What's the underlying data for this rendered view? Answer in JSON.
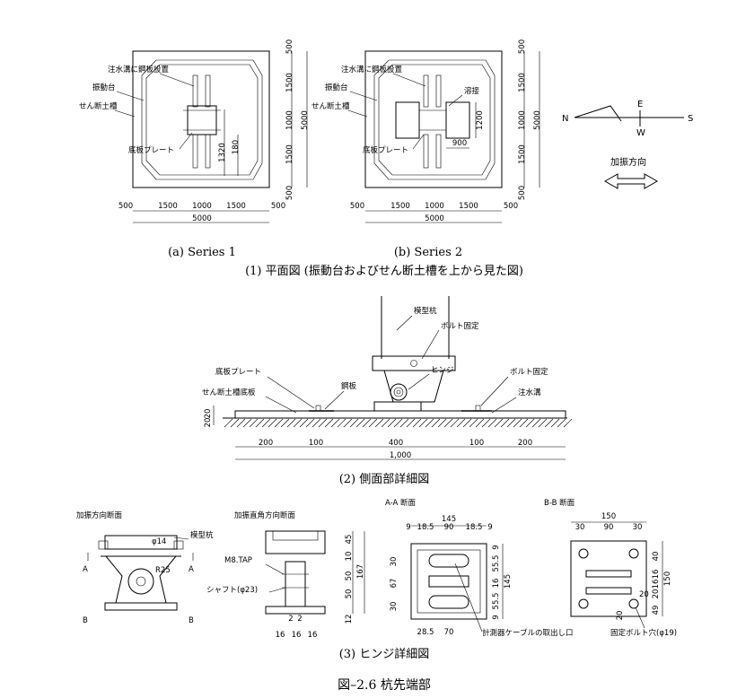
{
  "plan": {
    "s1": {
      "labels": [
        "注水溝に鋼板設置",
        "振動台",
        "せん断土槽",
        "底板プレート"
      ],
      "dims_right": [
        "500",
        "1500",
        "1000",
        "1500",
        "500"
      ],
      "dim_total_right": "5000",
      "dim_inner_a": "1320",
      "dim_inner_b": "180",
      "dims_bottom": [
        "500",
        "1500",
        "1000",
        "1500",
        "500"
      ],
      "dim_total_bottom": "5000",
      "caption": "(a) Series 1"
    },
    "s2": {
      "labels": [
        "注水溝に鋼板設置",
        "振動台",
        "せん断土槽",
        "底板プレート",
        "溶接"
      ],
      "dims_right": [
        "500",
        "1500",
        "1000",
        "1500",
        "500"
      ],
      "dim_total_right": "5000",
      "dim_inner_a": "1200",
      "dim_inner_b": "900",
      "dims_bottom": [
        "500",
        "1500",
        "1000",
        "1500",
        "500"
      ],
      "dim_total_bottom": "5000",
      "caption": "(b) Series 2"
    },
    "compass": {
      "n": "N",
      "e": "E",
      "w": "W",
      "s": "S"
    },
    "direction_label": "加振方向",
    "section_caption": "(1) 平面図 (振動台およびせん断土槽を上から見た図)"
  },
  "side": {
    "labels": {
      "model_pile": "模型杭",
      "bolt_fix_top": "ボルト固定",
      "hinge": "ヒンジ",
      "base_plate": "底板プレート",
      "steel_plate": "鋼板",
      "bolt_fix_right": "ボルト固定",
      "tank_bottom": "せん断土槽底板",
      "injection_groove": "注水溝"
    },
    "left_dims": [
      "20",
      "20"
    ],
    "dims": [
      "200",
      "100",
      "400",
      "100",
      "200"
    ],
    "total": "1,000",
    "section_caption": "(2) 側面部詳細図"
  },
  "hinge": {
    "v1": {
      "title": "加振方向断面",
      "pile": "模型杭",
      "phi": "φ14",
      "radius": "R25",
      "a_left": "A",
      "a_right": "A",
      "b_left": "B",
      "b_right": "B"
    },
    "v2": {
      "title": "加振直角方向断面",
      "tap": "M8.TAP",
      "shaft": "シャフト(φ23)",
      "dims_right": [
        "45",
        "10",
        "50",
        "50",
        "12"
      ],
      "dim_total": "167",
      "dims_bottom": [
        "2",
        "2"
      ],
      "dims_bottom2": [
        "16",
        "16",
        "16"
      ]
    },
    "v3": {
      "title": "A-A 断面",
      "top_total": "145",
      "top_dims": [
        "9",
        "18.5",
        "90",
        "18.5",
        "9"
      ],
      "left_dims": [
        "30",
        "67",
        "30"
      ],
      "right_dims": [
        "9",
        "55.5",
        "16",
        "55.5",
        "9"
      ],
      "right_total": "145",
      "bottom_dims": [
        "28.5",
        "70"
      ],
      "cable": "計測器ケーブルの取出し口"
    },
    "v4": {
      "title": "B-B 断面",
      "top_total": "150",
      "top_dims": [
        "30",
        "90",
        "30"
      ],
      "right_dims": [
        "40",
        "16",
        "16",
        "20",
        "49"
      ],
      "right_total": "150",
      "small_dims": [
        "20",
        "20"
      ],
      "bolt_hole": "固定ボルト穴(φ19)"
    },
    "section_caption": "(3) ヒンジ詳細図"
  },
  "figure_caption": "図–2.6 杭先端部"
}
